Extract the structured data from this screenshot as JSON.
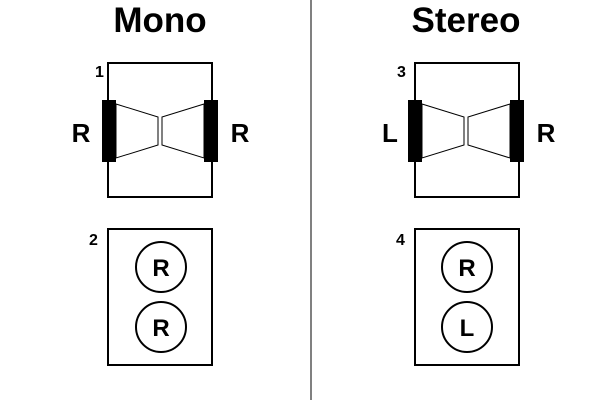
{
  "colors": {
    "ink": "#000000",
    "background": "#ffffff"
  },
  "panels": {
    "mono": {
      "title": "Mono",
      "speaker_diagram": {
        "number": "1",
        "left_label": "R",
        "right_label": "R"
      },
      "plug_diagram": {
        "number": "2",
        "top_label": "R",
        "bottom_label": "R"
      }
    },
    "stereo": {
      "title": "Stereo",
      "speaker_diagram": {
        "number": "3",
        "left_label": "L",
        "right_label": "R"
      },
      "plug_diagram": {
        "number": "4",
        "top_label": "R",
        "bottom_label": "L"
      }
    }
  }
}
